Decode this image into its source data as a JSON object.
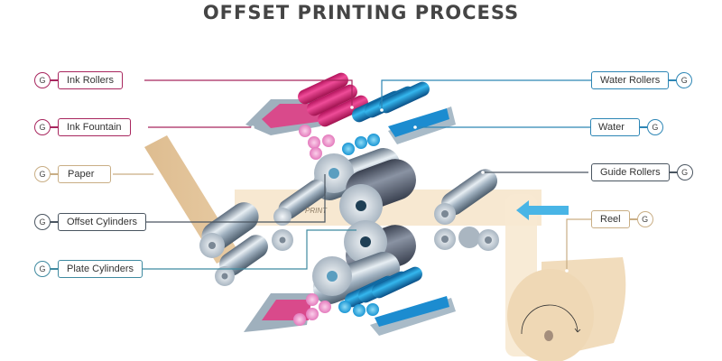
{
  "title": "OFFSET PRINTING PROCESS",
  "badge_letter": "G",
  "colors": {
    "ink": "#a8265e",
    "paper": "#c9ae85",
    "offset": "#4a5560",
    "plate": "#3f8aa0",
    "water": "#2d86b5",
    "guide": "#4a5560",
    "reel": "#c9ae85",
    "title": "#454545"
  },
  "labels_left": [
    {
      "id": "ink-rollers",
      "text": "Ink Rollers",
      "color_key": "ink"
    },
    {
      "id": "ink-fountain",
      "text": "Ink Fountain",
      "color_key": "ink"
    },
    {
      "id": "paper",
      "text": "Paper",
      "color_key": "paper"
    },
    {
      "id": "offset-cylinders",
      "text": "Offset Cylinders",
      "color_key": "offset"
    },
    {
      "id": "plate-cylinders",
      "text": "Plate Cylinders",
      "color_key": "plate"
    }
  ],
  "labels_right": [
    {
      "id": "water-rollers",
      "text": "Water Rollers",
      "color_key": "water"
    },
    {
      "id": "water",
      "text": "Water",
      "color_key": "water"
    },
    {
      "id": "guide-rollers",
      "text": "Guide Rollers",
      "color_key": "guide"
    },
    {
      "id": "reel",
      "text": "Reel",
      "color_key": "reel"
    }
  ],
  "print_text": "PRINT"
}
